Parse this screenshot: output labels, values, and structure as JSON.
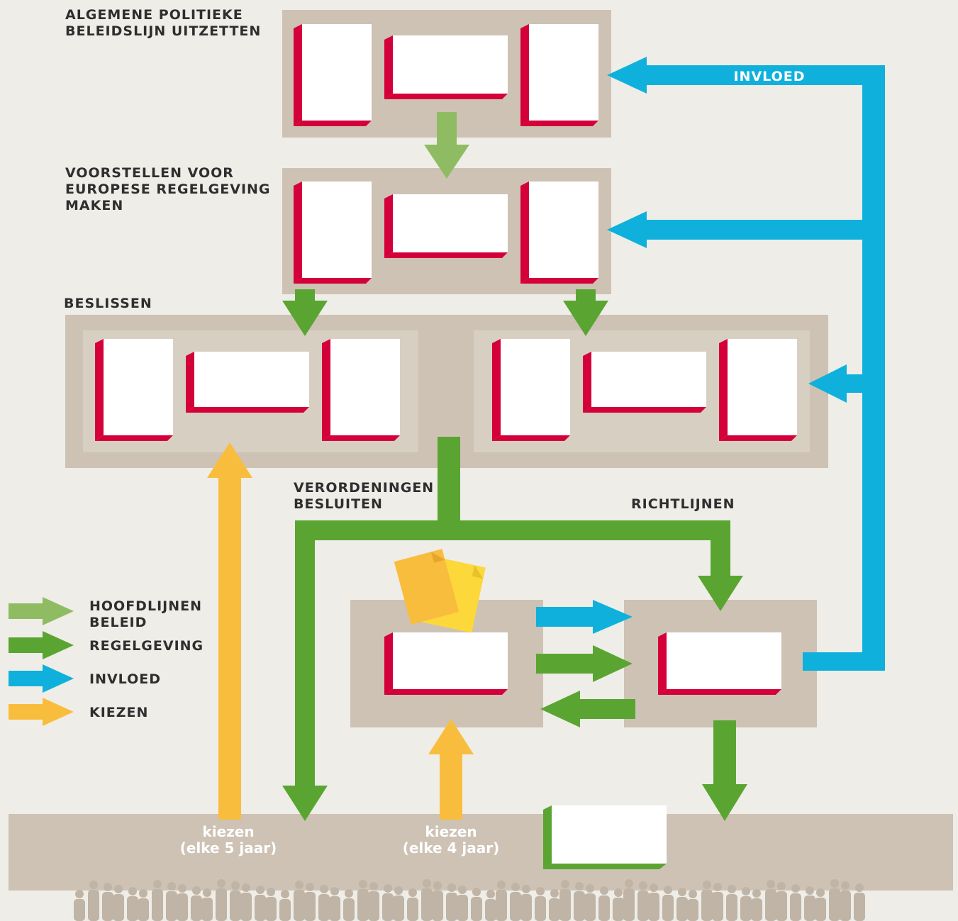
{
  "steps": {
    "policy_line": [
      "ALGEMENE POLITIEKE",
      "BELEIDSLIJN UITZETTEN"
    ],
    "proposals": [
      "VOORSTELLEN VOOR",
      "EUROPESE REGELGEVING",
      "MAKEN"
    ],
    "decide": "BESLISSEN"
  },
  "flows": {
    "regulations": [
      "VERORDENINGEN",
      "BESLUITEN"
    ],
    "directives": "RICHTLIJNEN",
    "influence": "INVLOED"
  },
  "legend": [
    {
      "label": [
        "HOOFDLIJNEN",
        "BELEID"
      ],
      "color": "#8fbc63",
      "icon": "arrow-right-icon"
    },
    {
      "label": [
        "REGELGEVING"
      ],
      "color": "#5aa532",
      "icon": "arrow-right-icon"
    },
    {
      "label": [
        "INVLOED"
      ],
      "color": "#0fb1dc",
      "icon": "arrow-right-icon"
    },
    {
      "label": [
        "KIEZEN"
      ],
      "color": "#f9bd3e",
      "icon": "arrow-right-icon"
    }
  ],
  "elections": [
    {
      "label": [
        "kiezen",
        "(elke 5 jaar)"
      ]
    },
    {
      "label": [
        "kiezen",
        "(elke 4 jaar)"
      ]
    }
  ],
  "colors": {
    "background": "#efede8",
    "panel": "#cdc2b4",
    "panel_inner": "#d8cfc3",
    "card_edge": "#d4003a",
    "card_edge_green": "#5aa532",
    "policy": "#8fbc63",
    "legislation": "#5aa532",
    "influence": "#0fb1dc",
    "elect": "#f9bd3e",
    "crowd": "#bfb4a5"
  }
}
